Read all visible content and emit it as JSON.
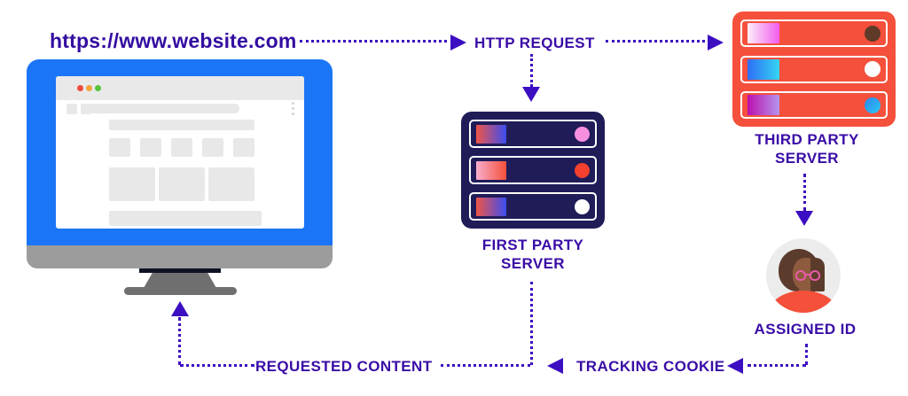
{
  "labels": {
    "url": "https://www.website.com",
    "http_request": "HTTP REQUEST",
    "assigned_id": "ASSIGNED ID",
    "tracking_cookie": "TRACKING COOKIE",
    "requested_content": "REQUESTED CONTENT"
  },
  "servers": {
    "fp": {
      "line1": "FIRST PARTY",
      "line2": "SERVER",
      "color": "#201C58",
      "rows": [
        {
          "bar_gradient": [
            "#F05548",
            "#3B4DF0"
          ],
          "indicator": "#F78FE0"
        },
        {
          "bar_gradient": [
            "#F8AECE",
            "#F4503A"
          ],
          "indicator": "#F4402E"
        },
        {
          "bar_gradient": [
            "#F05548",
            "#3B4DF0"
          ],
          "indicator": "#FFFFFF"
        }
      ]
    },
    "tp": {
      "line1": "THIRD PARTY",
      "line2": "SERVER",
      "color": "#F4503C",
      "rows": [
        {
          "bar_gradient": [
            "#FBEFF8",
            "#F25AEE"
          ],
          "indicator": "#5F3A28"
        },
        {
          "bar_gradient": [
            "#2E6DF5",
            "#35D6F3"
          ],
          "indicator": "#FFFFFF"
        },
        {
          "bar_gradient": [
            "#BC10AC",
            "#B495EE"
          ],
          "indicator_gradient": [
            "#2B85F0",
            "#2CC9F2"
          ]
        }
      ]
    }
  },
  "palette": {
    "text_indigo": "#390CA6",
    "arrow_indigo": "#3C0EC2",
    "monitor_blue": "#1B75F7",
    "placeholder_gray": "#E8E8E8",
    "window_dot_red": "#F04A3C",
    "window_dot_orange": "#F5A43C",
    "window_dot_green": "#58C43C",
    "avatar_skin": "#8E5B3E",
    "avatar_hair": "#5B3B2C",
    "avatar_glasses": "#E85BA8",
    "avatar_shirt": "#F4503A"
  }
}
